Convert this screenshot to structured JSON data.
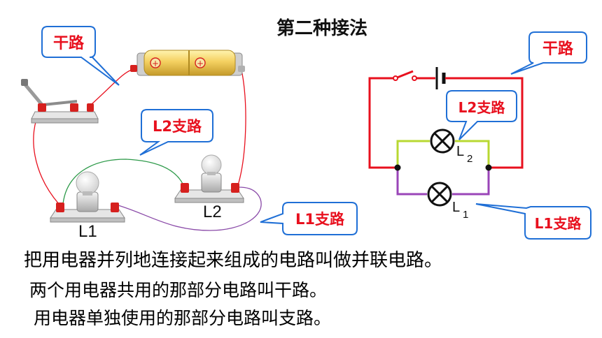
{
  "title": "第二种接法",
  "callouts": {
    "left_trunk": "干路",
    "left_l2_branch": "L2支路",
    "left_l1_branch": "L1支路",
    "right_trunk": "干路",
    "right_l2_branch": "L2支路",
    "right_l1_branch": "L1支路"
  },
  "photo_labels": {
    "l1": "L1",
    "l2": "L2"
  },
  "schematic_labels": {
    "l2_letter": "L",
    "l2_sub": "2",
    "l1_letter": "L",
    "l1_sub": "1"
  },
  "text_lines": [
    "把用电器并列地连接起来组成的电路叫做并联电路。",
    "两个用电器共用的那部分电路叫干路。",
    "用电器单独使用的那部分电路叫支路。"
  ],
  "colors": {
    "callout_border": "#1f6fd6",
    "callout_text": "#e8101e",
    "trunk_wire": "#e8101e",
    "l2_wire": "#b8d832",
    "l1_wire": "#9a45b8"
  }
}
